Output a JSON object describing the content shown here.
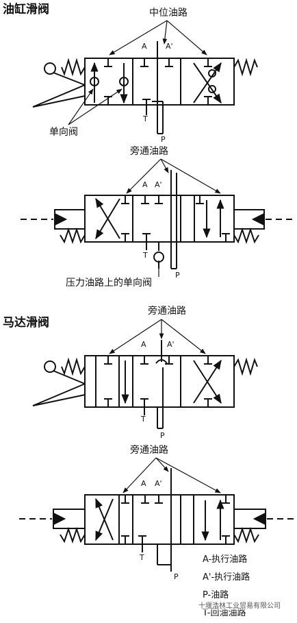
{
  "sections": [
    {
      "id": "cylinder",
      "title": "油缸滑阀"
    },
    {
      "id": "motor",
      "title": "马达滑阀"
    }
  ],
  "callouts": {
    "d1_center": "中位油路",
    "d1_check": "单向阀",
    "d2_bypass": "旁通油路",
    "d2_pcheck": "压力油路上的单向阀",
    "d3_bypass": "旁通油路",
    "d4_bypass": "旁通油路"
  },
  "ports": {
    "A": "A",
    "A2": "A'",
    "T": "T",
    "P": "P"
  },
  "legend": [
    {
      "label": "A-执行油路"
    },
    {
      "label": "A'-执行油路"
    },
    {
      "label": "P-油路"
    },
    {
      "label": "T-回油油路"
    }
  ],
  "watermark": "十堰浩林工业贸易有限公司"
}
